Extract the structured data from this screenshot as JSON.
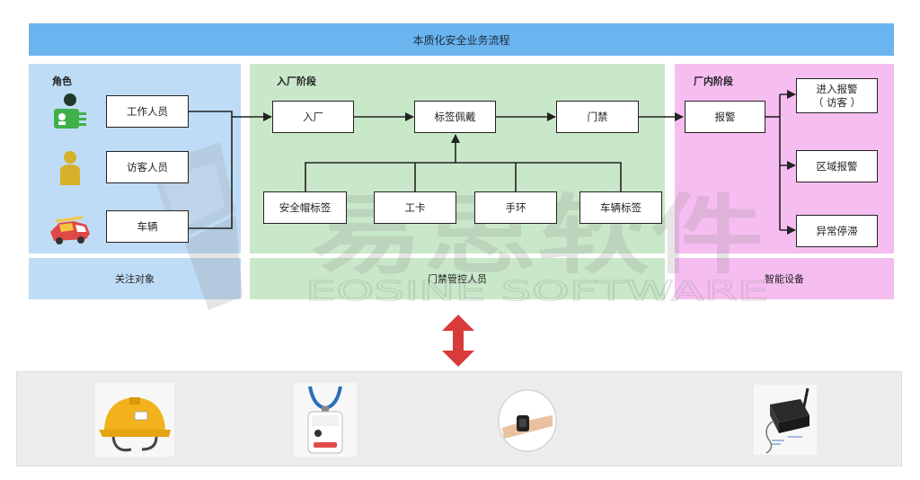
{
  "title": "本质化安全业务流程",
  "panels": {
    "role": {
      "label": "角色",
      "footer": "关注对象"
    },
    "entry": {
      "label": "入厂阶段",
      "footer": "门禁管控人员"
    },
    "inside": {
      "label": "厂内阶段",
      "footer": "智能设备"
    }
  },
  "roles": [
    "工作人员",
    "访客人员",
    "车辆"
  ],
  "entry_flow": [
    "入厂",
    "标签佩戴",
    "门禁"
  ],
  "tags": [
    "安全帽标签",
    "工卡",
    "手环",
    "车辆标签"
  ],
  "alarm": "报警",
  "alarm_outputs": {
    "entry_alarm_line1": "进入报警",
    "entry_alarm_line2": "（ 访客 ）",
    "zone_alarm": "区域报警",
    "abnormal_stay": "异常停滞"
  },
  "watermark": {
    "cn": "易思软件",
    "en": "EOSINE SOFTWARE"
  },
  "colors": {
    "title_bar": "#6ab4f0",
    "role_panel": "#bfdcf6",
    "entry_panel": "#c9e8c9",
    "inside_panel": "#f6bdf0",
    "arrow_red": "#d93a3a"
  },
  "icons": {
    "worker": "worker-badge-icon",
    "visitor": "visitor-person-icon",
    "vehicle": "fire-truck-icon",
    "exchange": "double-arrow-icon",
    "devices": [
      "helmet-tag-icon",
      "badge-card-icon",
      "wristband-icon",
      "gateway-device-icon"
    ]
  }
}
